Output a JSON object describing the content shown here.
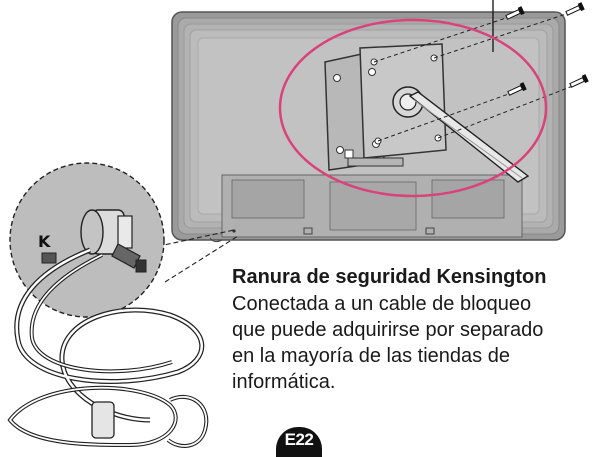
{
  "caption": {
    "title": "Ranura de seguridad Kensington",
    "lines": [
      "Conectada a un cable de bloqueo",
      "que puede adquirirse por separado",
      "en la mayoría de las tiendas de",
      "informática."
    ]
  },
  "page_badge": "E22",
  "lock_icon_text": "K",
  "colors": {
    "highlight_ring": "#d9437a",
    "monitor_body": "#bdbdbd",
    "monitor_frame": "#8a8a8a"
  }
}
